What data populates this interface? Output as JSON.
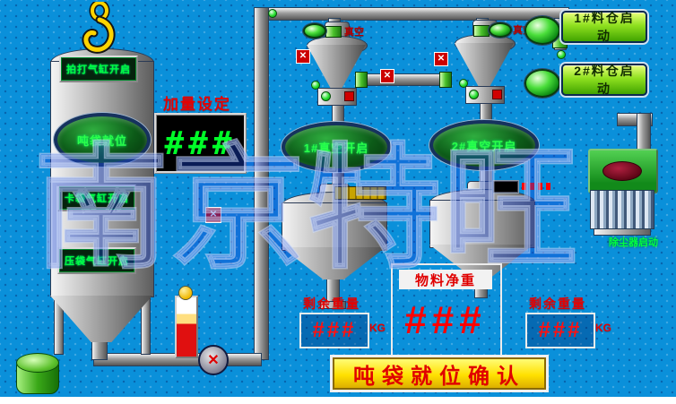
{
  "watermark": "南京特旺",
  "colors": {
    "background": "#0a90da",
    "indicator_green": "#00ff41",
    "alarm_red": "#ff0000",
    "confirm_yellow": "#ffe000"
  },
  "icons": {
    "crane_hook": "crane-hook",
    "closed_valve_glyph": "✕",
    "fan_glyph": "✕"
  },
  "left_station": {
    "pat_button": "拍打气缸开启",
    "bag_status": "吨袋就位",
    "clamp_button": "卡袋气缸开启",
    "press_button": "压袋气缸开启"
  },
  "dosing": {
    "label": "加量设定",
    "value": "###"
  },
  "vacuum_units": [
    {
      "tag": "真空",
      "status": "1#真空开启"
    },
    {
      "tag": "真空",
      "status": "2#真空开启"
    }
  ],
  "silo_controls": [
    {
      "button": "1#料仓启动"
    },
    {
      "button": "2#料仓启动"
    }
  ],
  "dust_collector": {
    "start_button": "除尘器启动"
  },
  "weights": {
    "left": {
      "label": "剩余重量",
      "value": "###",
      "unit": "KG"
    },
    "net": {
      "label": "物料净重",
      "value": "###"
    },
    "right": {
      "label": "剩余重量",
      "value": "###",
      "unit": "KG"
    }
  },
  "confirm_button": "吨袋就位确认"
}
